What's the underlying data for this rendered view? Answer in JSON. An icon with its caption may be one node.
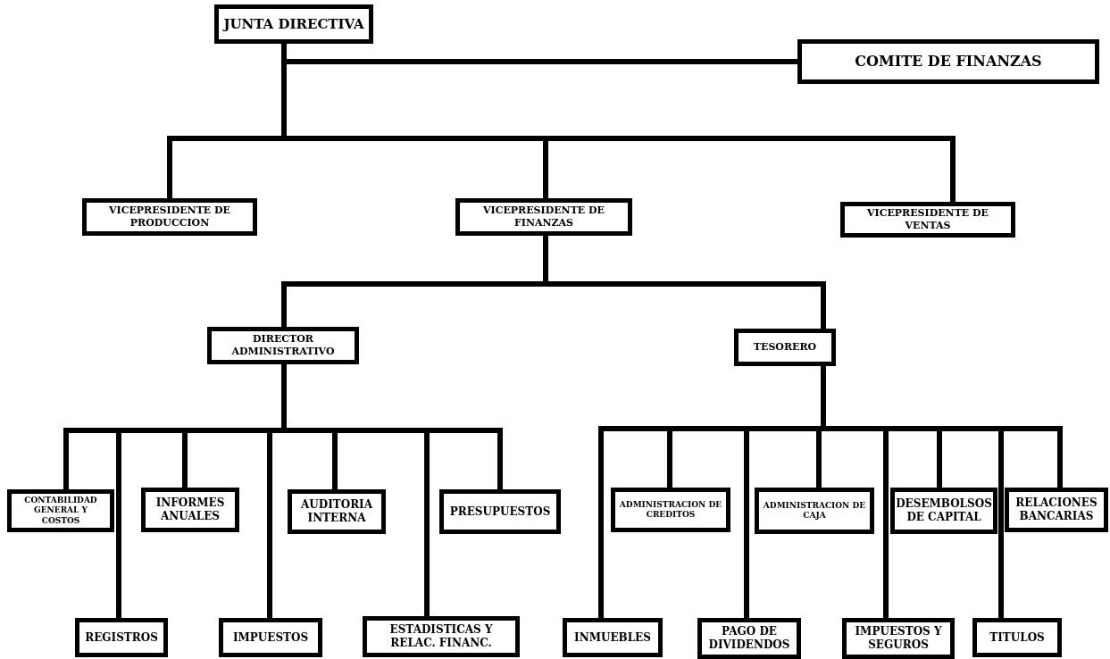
{
  "diagram": {
    "nodes": [
      {
        "text": [
          "JUNTA DIRECTIVA"
        ]
      },
      {
        "text": [
          "COMITE DE FINANZAS"
        ]
      },
      {
        "text": [
          "VICEPRESIDENTE DE PRODUCCION"
        ]
      },
      {
        "text": [
          "VICEPRESIDENTE DE FINANZAS"
        ]
      },
      {
        "text": [
          "VICEPRESIDENTE DE VENTAS"
        ]
      },
      {
        "text": [
          "DIRECTOR ADMINISTRATIVO"
        ]
      },
      {
        "text": [
          "TESORERO"
        ]
      },
      {
        "text": [
          "CONTABILIDAD GENERAL Y COSTOS"
        ]
      },
      {
        "text": [
          "REGISTROS"
        ]
      },
      {
        "text": [
          "INFORMES ANUALES"
        ]
      },
      {
        "text": [
          "IMPUESTOS"
        ]
      },
      {
        "text": [
          "AUDITORIA INTERNA"
        ]
      },
      {
        "text": [
          "ESTADISTICAS Y RELAC. FINANC."
        ]
      },
      {
        "text": [
          "PRESUPUESTOS"
        ]
      },
      {
        "text": [
          "INMUEBLES"
        ]
      },
      {
        "text": [
          "ADMINISTRACION DE CREDITOS"
        ]
      },
      {
        "text": [
          "PAGO DE DIVIDENDOS"
        ]
      },
      {
        "text": [
          "ADMINISTRACION DE CAJA"
        ]
      },
      {
        "text": [
          "IMPUESTOS Y SEGUROS"
        ]
      },
      {
        "text": [
          "DESEMBOLSOS DE CAPITAL"
        ]
      },
      {
        "text": [
          "TITULOS"
        ]
      },
      {
        "text": [
          "RELACIONES BANCARIAS"
        ]
      }
    ],
    "edges": [
      {
        "from": 0,
        "to": 1,
        "arrow": "none"
      },
      {
        "from": 0,
        "to": 2,
        "arrow": "none"
      },
      {
        "from": 0,
        "to": 3,
        "arrow": "none"
      },
      {
        "from": 0,
        "to": 4,
        "arrow": "none"
      },
      {
        "from": 3,
        "to": 5,
        "arrow": "none"
      },
      {
        "from": 3,
        "to": 6,
        "arrow": "none"
      },
      {
        "from": 5,
        "to": 7,
        "arrow": "none"
      },
      {
        "from": 5,
        "to": 8,
        "arrow": "none"
      },
      {
        "from": 5,
        "to": 9,
        "arrow": "none"
      },
      {
        "from": 5,
        "to": 10,
        "arrow": "none"
      },
      {
        "from": 5,
        "to": 11,
        "arrow": "none"
      },
      {
        "from": 5,
        "to": 12,
        "arrow": "none"
      },
      {
        "from": 5,
        "to": 13,
        "arrow": "none"
      },
      {
        "from": 6,
        "to": 14,
        "arrow": "none"
      },
      {
        "from": 6,
        "to": 15,
        "arrow": "none"
      },
      {
        "from": 6,
        "to": 16,
        "arrow": "none"
      },
      {
        "from": 6,
        "to": 17,
        "arrow": "none"
      },
      {
        "from": 6,
        "to": 18,
        "arrow": "none"
      },
      {
        "from": 6,
        "to": 19,
        "arrow": "none"
      },
      {
        "from": 6,
        "to": 20,
        "arrow": "none"
      },
      {
        "from": 6,
        "to": 21,
        "arrow": "none"
      }
    ]
  }
}
